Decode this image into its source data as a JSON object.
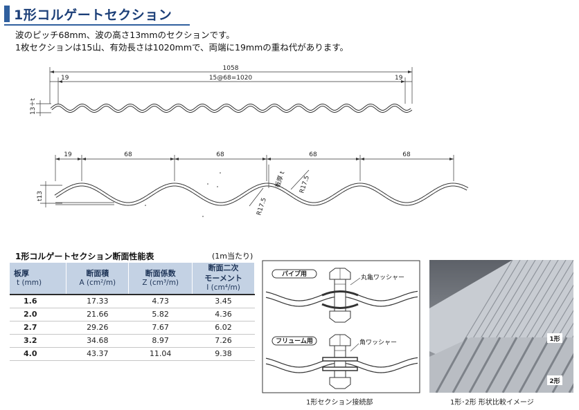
{
  "title": "1形コルゲートセクション",
  "description": [
    "波のピッチ68mm、波の高さ13mmのセクションです。",
    "1枚セクションは15山、有効長さは1020mmで、両端に19mmの重ね代があります。"
  ],
  "overview_dims": {
    "total": "1058",
    "left_overlap": "19",
    "right_overlap": "19",
    "effective": "15@68=1020",
    "height": "13＋t"
  },
  "detail_dims": {
    "overlap": "19",
    "pitches": [
      "68",
      "68",
      "68",
      "68"
    ],
    "height": "t13",
    "thickness": "板厚 t",
    "radius_1": "R17.5",
    "radius_2": "R17.5"
  },
  "table": {
    "title": "1形コルゲートセクション断面性能表",
    "unit": "(1m当たり)",
    "headers": [
      {
        "main": "板厚",
        "sub": "t (mm)"
      },
      {
        "main": "断面積",
        "sub": "A (cm²/m)"
      },
      {
        "main": "断面係数",
        "sub": "Z (cm³/m)"
      },
      {
        "main": "断面二次\nモーメント",
        "sub": "I (cm⁴/m)"
      }
    ],
    "rows": [
      [
        "1.6",
        "17.33",
        "4.73",
        "3.45"
      ],
      [
        "2.0",
        "21.66",
        "5.82",
        "4.36"
      ],
      [
        "2.7",
        "29.26",
        "7.67",
        "6.02"
      ],
      [
        "3.2",
        "34.68",
        "8.97",
        "7.26"
      ],
      [
        "4.0",
        "43.37",
        "11.04",
        "9.38"
      ]
    ]
  },
  "joint": {
    "pipe_label": "パイプ用",
    "pipe_washer": "丸亀ワッシャー",
    "flume_label": "フリューム用",
    "flume_washer": "角ワッシャー",
    "caption": "1形セクション接続部"
  },
  "comparison": {
    "label_1": "1形",
    "label_2": "2形",
    "caption": "1形･2形 形状比較イメージ"
  }
}
